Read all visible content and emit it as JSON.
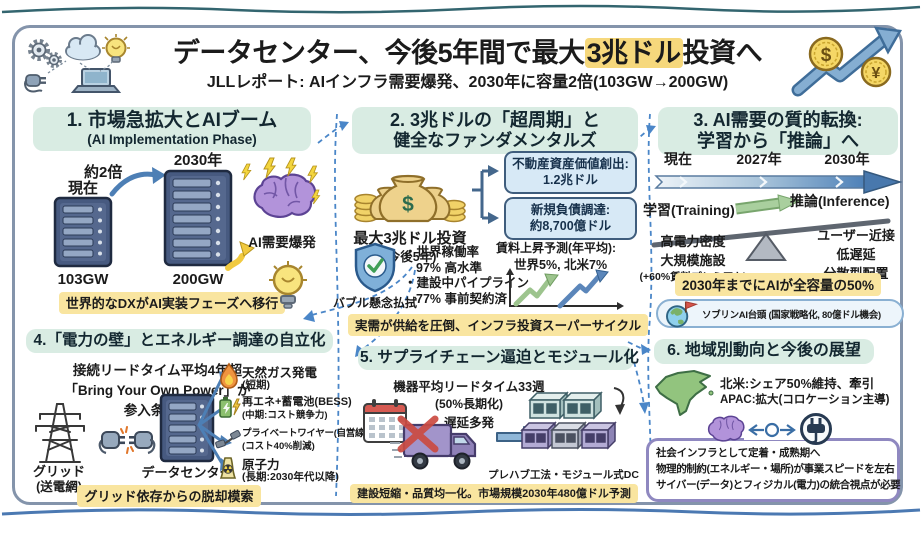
{
  "header": {
    "title_pre": "データセンター、今後5年間で最大",
    "title_highlight": "3兆ドル",
    "title_post": "投資へ",
    "subtitle": "JLLレポート: AIインフラ需要爆発、2030年に容量2倍(103GW→200GW)"
  },
  "s1": {
    "title": "1. 市場急拡大とAIブーム",
    "subtitle": "(AI Implementation Phase)",
    "now": "現在",
    "now_gw": "103GW",
    "future": "2030年",
    "future_gw": "200GW",
    "growth": "約2倍",
    "boom": "AI需要爆発",
    "highlight": "世界的なDXがAI実装フェーズへ移行"
  },
  "s2": {
    "title1": "2. 3兆ドルの「超周期」と",
    "title2": "健全なファンダメンタルズ",
    "invest": "最大3兆ドル投資",
    "invest_sub": "(今後5年)",
    "box1_label": "不動産資産価値創出:",
    "box1_value": "1.2兆ドル",
    "box2_label": "新規負債調達:",
    "box2_value": "約8,700億ドル",
    "shield_label": "バブル懸念払拭",
    "bullet1": "・世界稼働率",
    "bullet1_value": "97% 高水準",
    "bullet2": "・建設中パイプライン",
    "bullet2_value": "77% 事前契約済",
    "chart_title": "賃料上昇予測(年平均):",
    "chart_value": "世界5%, 北米7%",
    "highlight": "実需が供給を圧倒、インフラ投資スーパーサイクル"
  },
  "s3": {
    "title1": "3. AI需要の質的転換:",
    "title2": "学習から「推論」へ",
    "timeline": [
      "現在",
      "2027年",
      "2030年"
    ],
    "training": "学習(Training)",
    "inference": "推論(Inference)",
    "left1": "高電力密度",
    "left2": "大規模施設",
    "left3": "(+60%賃料プレミアム)",
    "right1": "ユーザー近接",
    "right2": "低遅延",
    "right3": "分散型配置",
    "highlight": "2030年までにAIが全容量の50%",
    "sovereign": "ソブリンAI台頭 (国家戦略化, 80億ドル機会)"
  },
  "s4": {
    "title": "4.「電力の壁」とエネルギー調達の自立化",
    "lead1": "接続リードタイム平均4年超",
    "lead2": "「Bring Your Own Power」が",
    "lead3": "参入条件化",
    "grid1": "グリッド",
    "grid2": "(送電網)",
    "dc": "データセンター",
    "options": [
      {
        "name": "天然ガス発電",
        "sub": "(短期)"
      },
      {
        "name": "再エネ+蓄電池(BESS)",
        "sub": "(中期:コスト競争力)"
      },
      {
        "name": "プライベートワイヤー(自営線)",
        "sub": "(コスト40%削減)"
      },
      {
        "name": "原子力",
        "sub": "(長期:2030年代以降)"
      }
    ],
    "highlight": "グリッド依存からの脱却模索"
  },
  "s5": {
    "title": "5. サプライチェーン逼迫とモジュール化",
    "lead1": "機器平均リードタイム33週",
    "lead2": "(50%長期化)",
    "lead3": "遅延多発",
    "module_label": "プレハブ工法・モジュール式DC",
    "highlight": "建設短縮・品質均一化。市場規模2030年480億ドル予測"
  },
  "s6": {
    "title": "6. 地域別動向と今後の展望",
    "na": "北米:シェア50%維持、牽引",
    "apac": "APAC:拡大(コロケーション主導)",
    "outlook1": "社会インフラとして定着・成熟期へ",
    "outlook2": "物理的制約(エネルギー・場所)が事業スピードを左右",
    "outlook3": "サイバー(データ)とフィジカル(電力)の統合視点が必要"
  },
  "colors": {
    "highlight_yellow": "#f9e5a0",
    "title_highlight": "#f6d87c",
    "section_header_bg": "#d9ece3",
    "info_box_blue": "#d7e9f6",
    "dashed_connector": "#4a86c8",
    "wave_top": "#33656f",
    "wave_bottom": "#4b79b2",
    "brain_purple": "#b293da",
    "money_tan": "#eed28c"
  }
}
